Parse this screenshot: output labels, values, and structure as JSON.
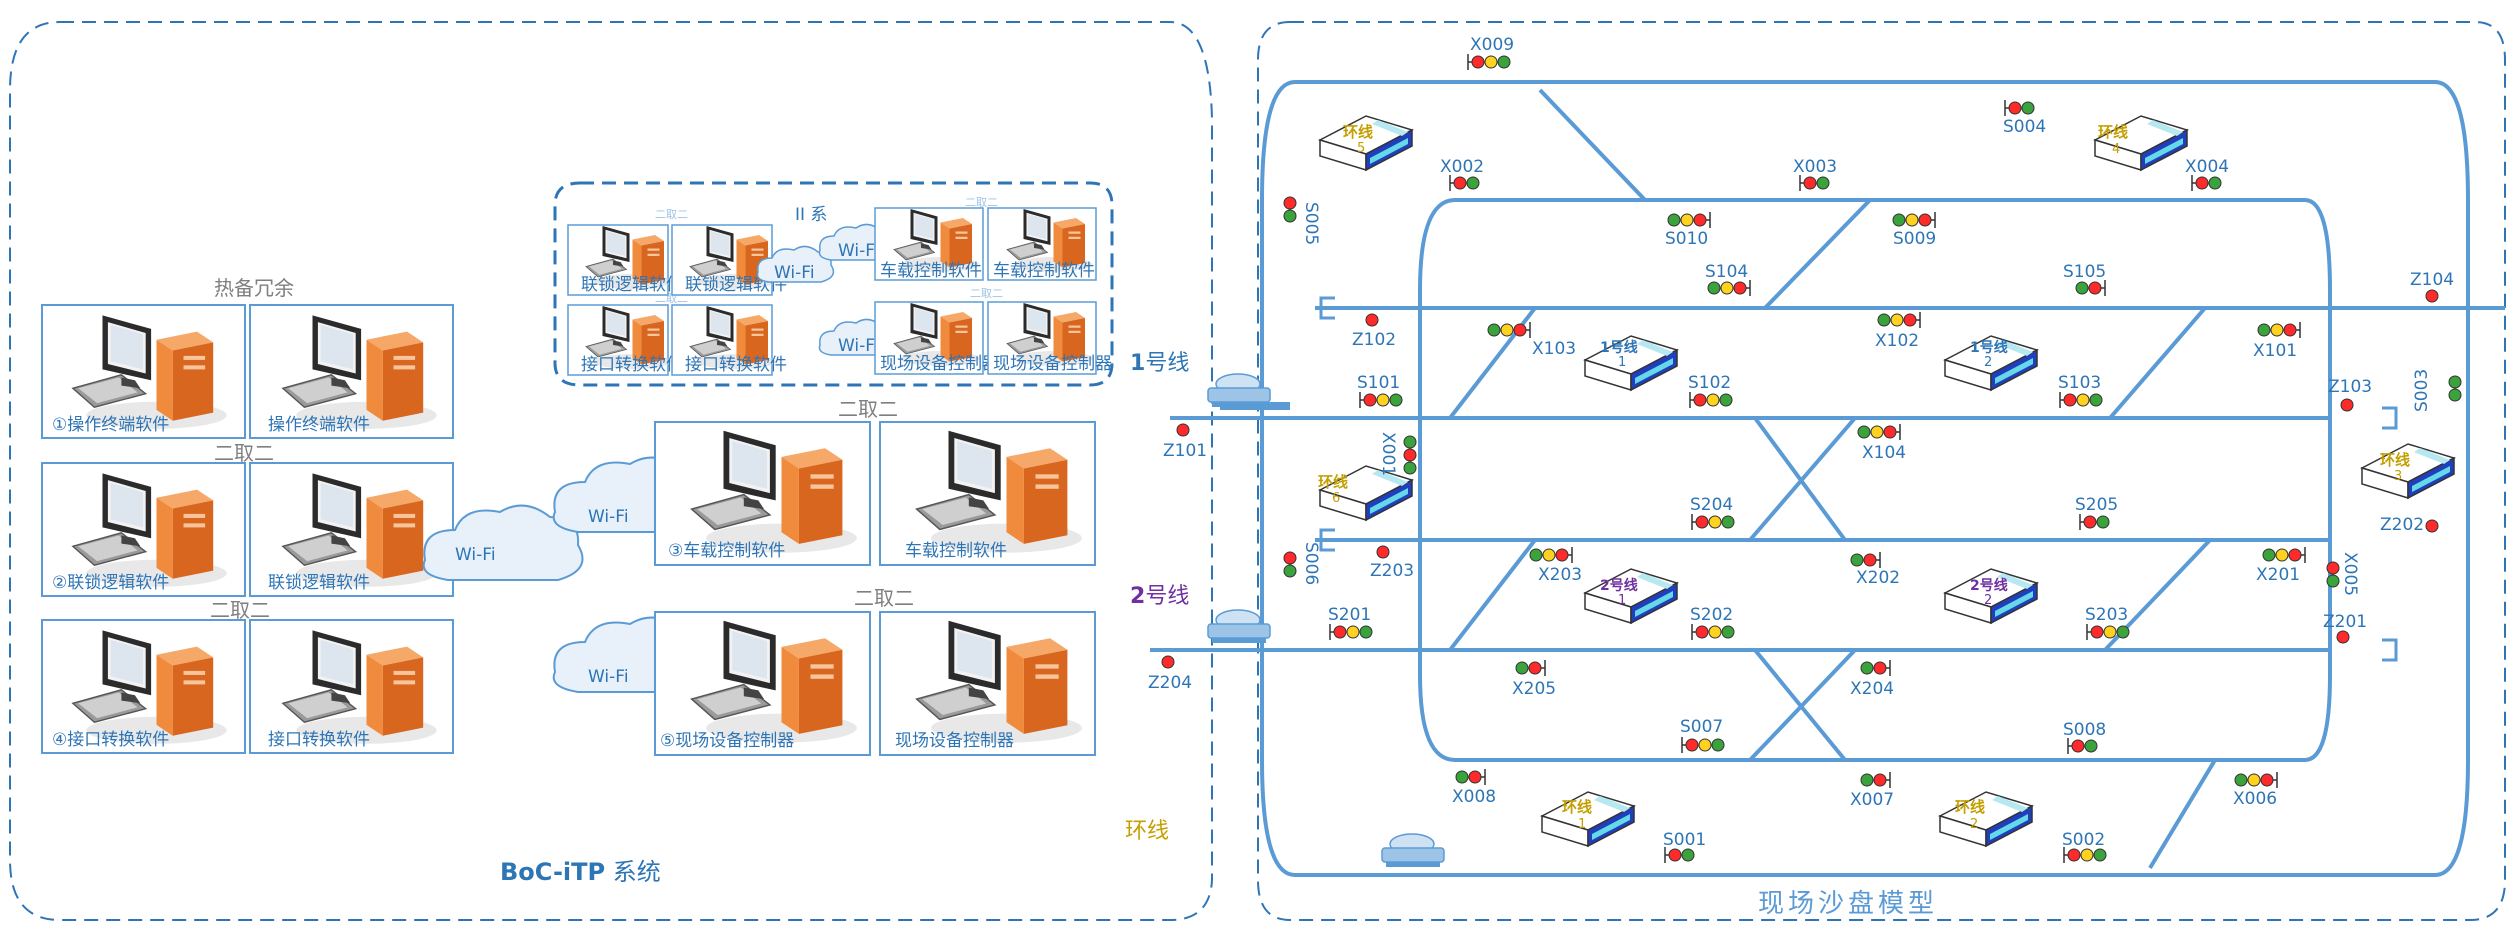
{
  "left": {
    "system_title_bold": "BoC-iTP",
    "system_title_rest": " 系统",
    "hot_standby": "热备冗余",
    "two_of_two": "二取二",
    "ii_system": "II 系",
    "wifi": "Wi-Fi",
    "sw": {
      "op1": "①操作终端软件",
      "op": "操作终端软件",
      "il2": "②联锁逻辑软件",
      "il": "联锁逻辑软件",
      "if4": "④接口转换软件",
      "if": "接口转换软件",
      "vc3": "③车载控制软件",
      "vc": "车载控制软件",
      "fd5": "⑤现场设备控制器",
      "fd": "现场设备控制器"
    }
  },
  "lines": {
    "line1_num": "1",
    "line1_text": "号线",
    "line2_num": "2",
    "line2_text": "号线",
    "loop": "环线"
  },
  "field": {
    "title": "现场沙盘模型",
    "ring_prefix": "环线",
    "line1_prefix": "1号线",
    "line2_prefix": "2号线",
    "boxes": {
      "r5": "5",
      "r4": "4",
      "r3": "3",
      "r6": "6",
      "r1": "1",
      "r2": "2",
      "l1a": "1",
      "l1b": "2",
      "l2a": "1",
      "l2b": "2"
    },
    "signals": {
      "X009": "X009",
      "S004": "S004",
      "X002": "X002",
      "X003": "X003",
      "X004": "X004",
      "S005": "S005",
      "S010": "S010",
      "S009": "S009",
      "S104": "S104",
      "S105": "S105",
      "Z104": "Z104",
      "Z102": "Z102",
      "X103": "X103",
      "X102": "X102",
      "X101": "X101",
      "S101": "S101",
      "S102": "S102",
      "S103": "S103",
      "Z103": "Z103",
      "S003": "S003",
      "Z101": "Z101",
      "X001": "X001",
      "X104": "X104",
      "S204": "S204",
      "S205": "S205",
      "Z202": "Z202",
      "S006": "S006",
      "Z203": "Z203",
      "X203": "X203",
      "X202": "X202",
      "X201": "X201",
      "X005": "X005",
      "S201": "S201",
      "S202": "S202",
      "S203": "S203",
      "Z201": "Z201",
      "Z204": "Z204",
      "X205": "X205",
      "X204": "X204",
      "S007": "S007",
      "S008": "S008",
      "X008": "X008",
      "X007": "X007",
      "X006": "X006",
      "S001": "S001",
      "S002": "S002"
    }
  },
  "colors": {
    "border": "#2e75b6",
    "track": "#5b9bd5",
    "text": "#2e75b6",
    "loop_gold": "#c59f00",
    "line2_purple": "#7030a0",
    "pc_orange": "#f08a3c"
  }
}
